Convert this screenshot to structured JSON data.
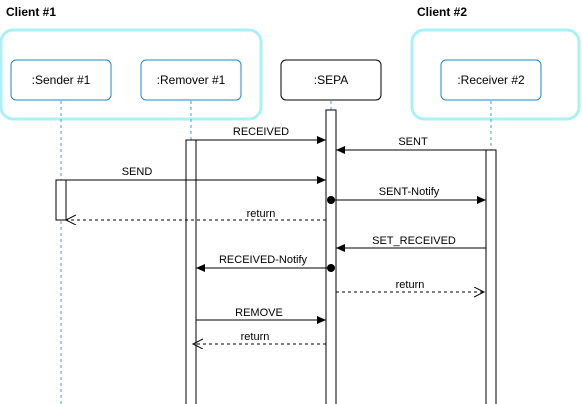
{
  "groups": {
    "client1": {
      "label": "Client #1"
    },
    "client2": {
      "label": "Client #2"
    }
  },
  "participants": {
    "sender": ":Sender #1",
    "remover": ":Remover #1",
    "sepa": ":SEPA",
    "receiver": ":Receiver #2"
  },
  "messages": {
    "received": "RECEIVED",
    "sent": "SENT",
    "send": "SEND",
    "sent_notify": "SENT-Notify",
    "return_to_sender": "return",
    "sent_received": "SET_RECEIVED",
    "received_notify": "RECEIVED-Notify",
    "return_to_receiver": "return",
    "remove": "REMOVE",
    "return_to_remover": "return"
  },
  "colors": {
    "group_border": "#a9f1f5",
    "participant_border": "#1e88c7",
    "sepa_border": "#000000",
    "lifeline": "#4a9fd8"
  }
}
